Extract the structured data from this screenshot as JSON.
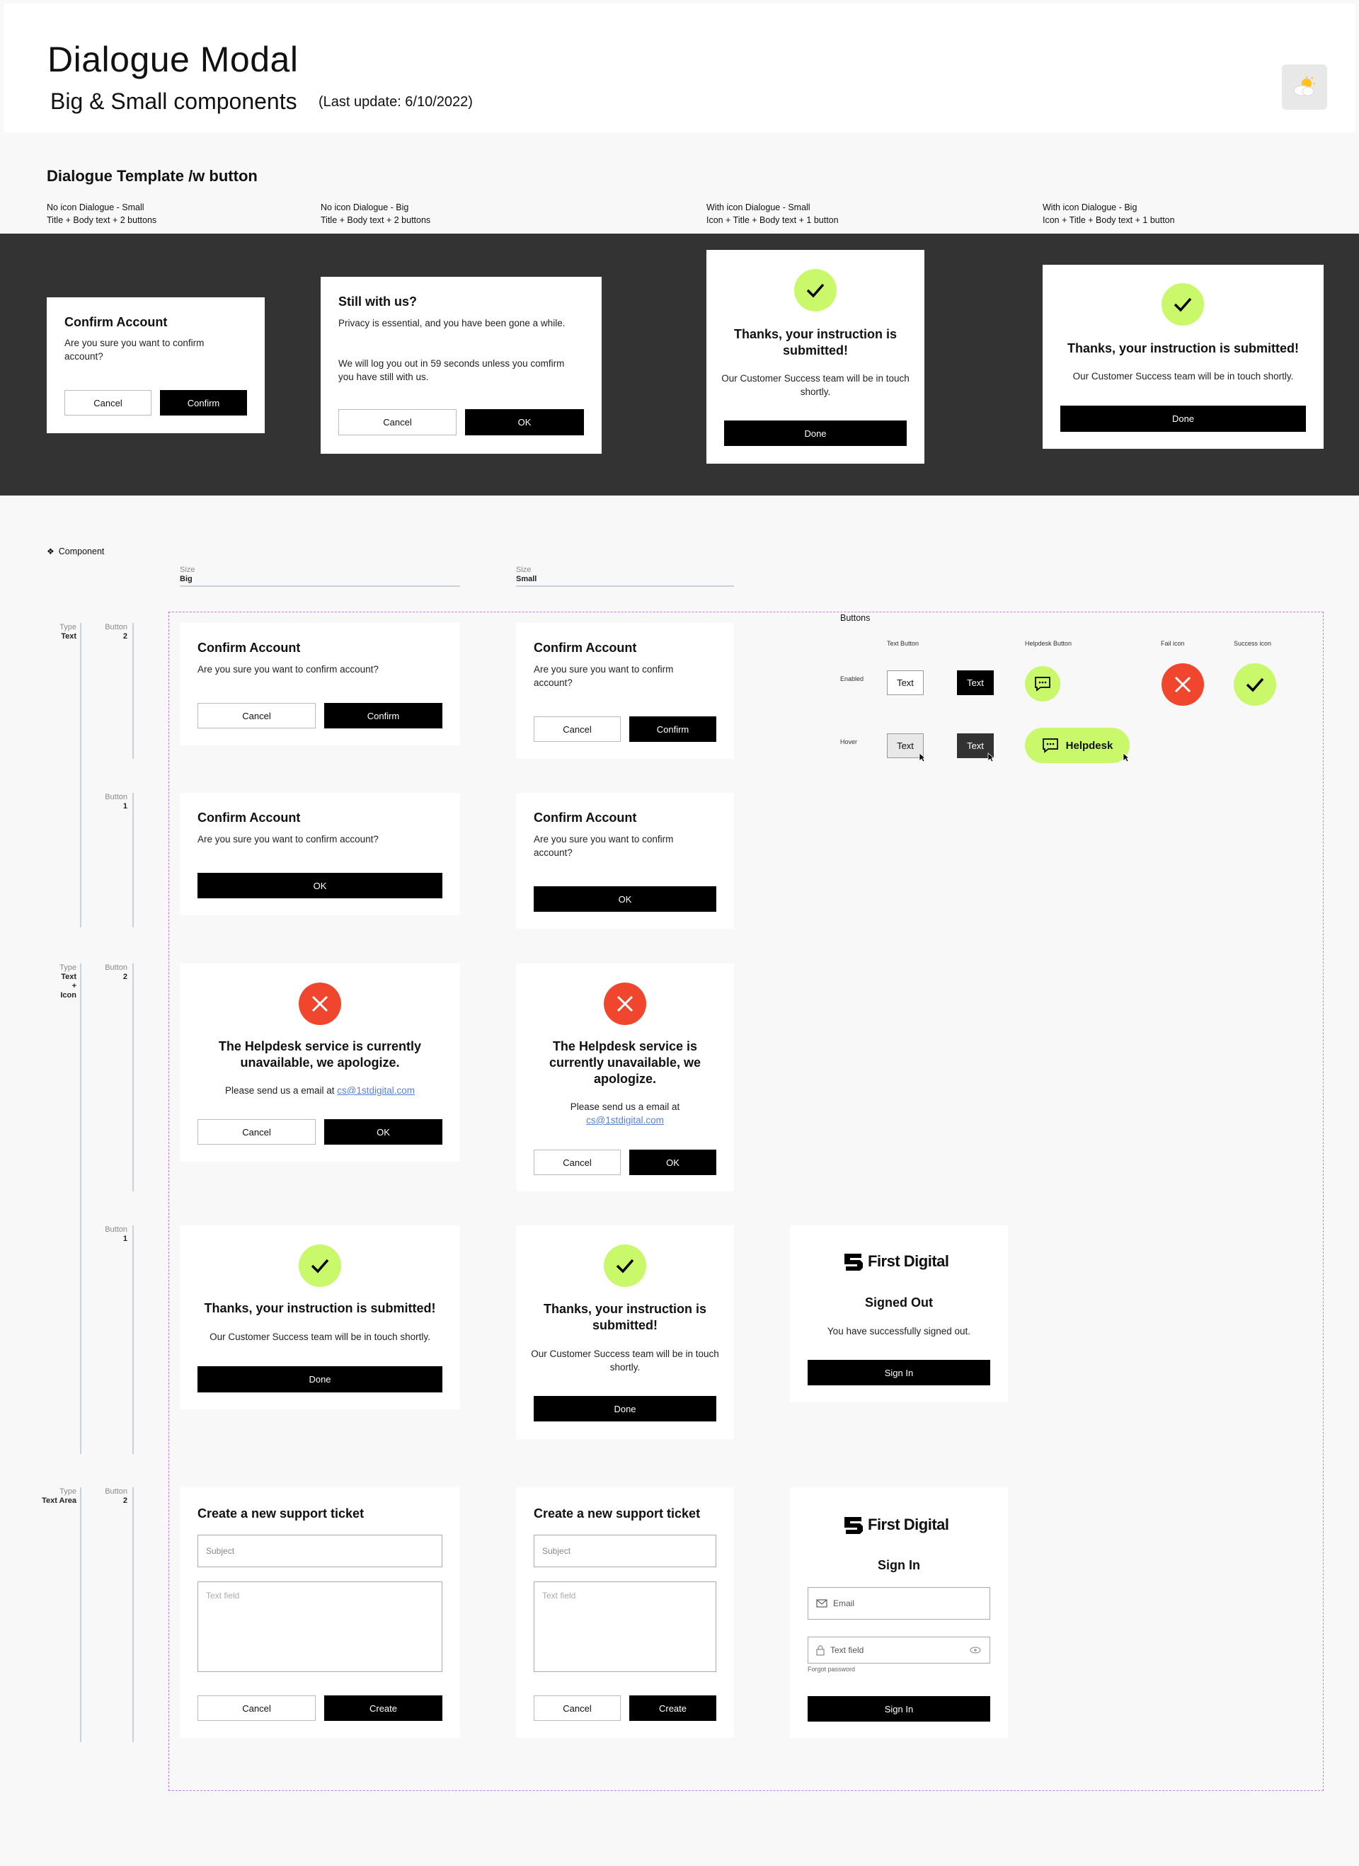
{
  "header": {
    "title": "Dialogue Modal",
    "subtitle": "Big & Small components",
    "last_update": "(Last update: 6/10/2022)"
  },
  "template": {
    "section_title": "Dialogue Template /w button",
    "captions": [
      {
        "line1": "No icon Dialogue - Small",
        "line2": "Title + Body text + 2 buttons"
      },
      {
        "line1": "No icon Dialogue - Big",
        "line2": "Title + Body text + 2 buttons"
      },
      {
        "line1": "With icon Dialogue - Small",
        "line2": "Icon + Title + Body text + 1 button"
      },
      {
        "line1": "With icon Dialogue - Big",
        "line2": "Icon + Title + Body text + 1 button"
      }
    ],
    "confirm": {
      "title": "Confirm Account",
      "body": "Are you sure you want to confirm account?",
      "cancel": "Cancel",
      "confirm": "Confirm"
    },
    "still": {
      "title": "Still with us?",
      "body1": "Privacy is essential, and you have been gone a while.",
      "body2": "We will log you out in 59 seconds unless you comfirm you have still with us.",
      "cancel": "Cancel",
      "ok": "OK"
    },
    "thanks_small": {
      "title": "Thanks, your instruction is submitted!",
      "body": "Our Customer Success team will be in touch shortly.",
      "done": "Done"
    },
    "thanks_big": {
      "title": "Thanks, your instruction is submitted!",
      "body": "Our Customer Success team will be in touch shortly.",
      "done": "Done"
    }
  },
  "component": {
    "label": "Component",
    "size_label": "Size",
    "size_big": "Big",
    "size_small": "Small",
    "type_label": "Type",
    "button_label": "Button",
    "type_text": "Text",
    "type_text_icon": [
      "Text",
      "+",
      "Icon"
    ],
    "type_text_area": "Text Area",
    "btn2": "2",
    "btn1": "1",
    "confirm": {
      "title": "Confirm Account",
      "body": "Are you sure you want to confirm account?",
      "cancel": "Cancel",
      "confirm": "Confirm",
      "ok": "OK"
    },
    "helpdesk": {
      "title": "The Helpdesk service is currently unavailable, we apologize.",
      "body_prefix": "Please send us a email at ",
      "email": "cs@1stdigital.com",
      "cancel": "Cancel",
      "ok": "OK"
    },
    "thanks": {
      "title": "Thanks, your instruction is submitted!",
      "body": "Our Customer Success team will be in touch shortly.",
      "done": "Done"
    },
    "signed_out": {
      "brand": "First Digital",
      "title": "Signed Out",
      "body": "You have successfully signed out.",
      "button": "Sign In"
    },
    "ticket": {
      "title": "Create a new support ticket",
      "subject": "Subject",
      "text": "Text field",
      "cancel": "Cancel",
      "create": "Create"
    },
    "signin": {
      "brand": "First Digital",
      "title": "Sign In",
      "email": "Email",
      "password": "Text field",
      "forgot": "Forgot password",
      "button": "Sign In"
    }
  },
  "buttons": {
    "title": "Buttons",
    "col_text": "Text Button",
    "col_helpdesk": "Helpdesk Button",
    "col_fail": "Fail icon",
    "col_success": "Success icon",
    "row_enabled": "Enabled",
    "row_hover": "Hover",
    "text": "Text",
    "helpdesk": "Helpdesk"
  },
  "colors": {
    "accent": "#c9f96b",
    "fail": "#f0462d",
    "dark_band": "#333333",
    "dashed": "#c77de0"
  }
}
